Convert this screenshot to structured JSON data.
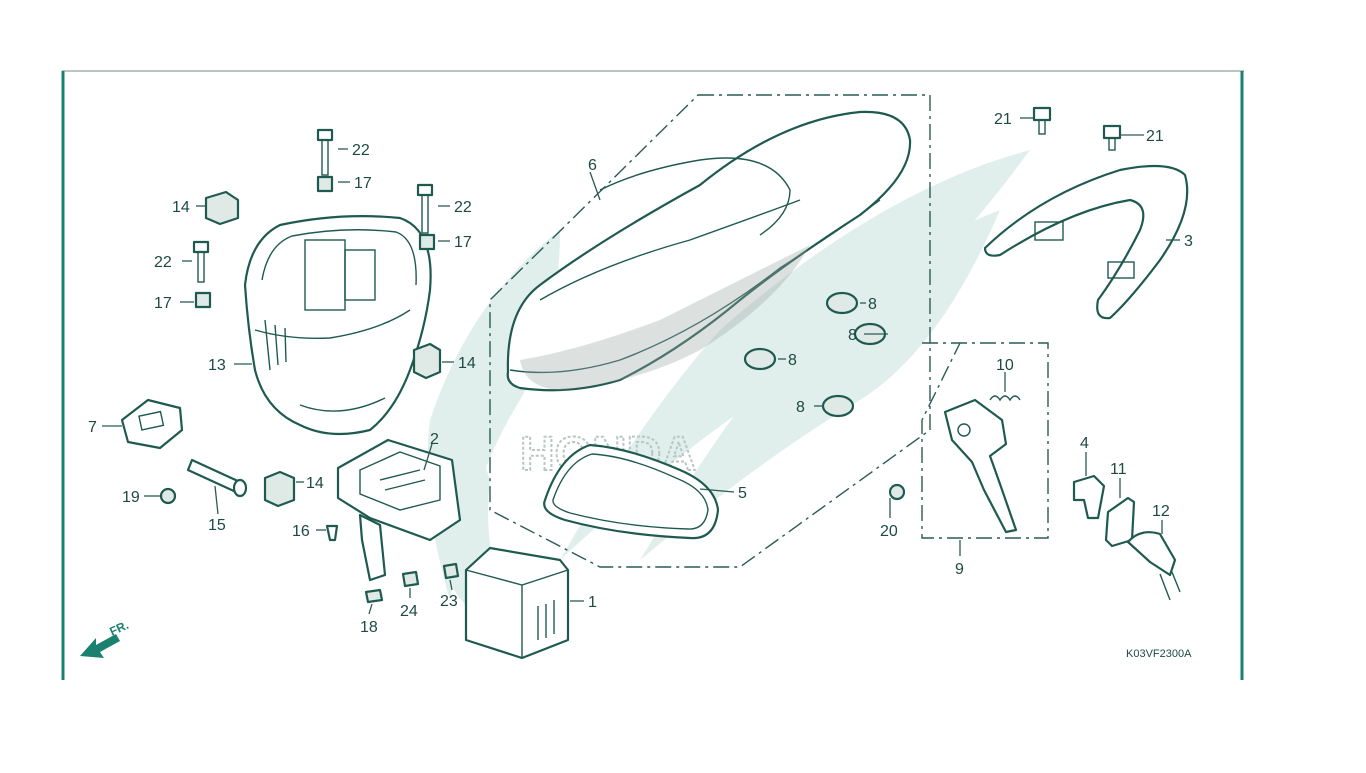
{
  "diagram": {
    "drawing_code": "K03VF2300A",
    "watermark_brand": "HONDA",
    "front_marker": "FR.",
    "colors": {
      "line": "#1f5a50",
      "frame": "#1a8070",
      "watermark": "#d8ebe6"
    },
    "callouts": {
      "c1": "1",
      "c2": "2",
      "c3": "3",
      "c4": "4",
      "c5": "5",
      "c6": "6",
      "c7": "7",
      "c8": "8",
      "c9": "9",
      "c10": "10",
      "c11": "11",
      "c12": "12",
      "c13": "13",
      "c14": "14",
      "c15": "15",
      "c16": "16",
      "c17": "17",
      "c18": "18",
      "c19": "19",
      "c20": "20",
      "c21": "21",
      "c22": "22",
      "c23": "23",
      "c24": "24"
    }
  }
}
